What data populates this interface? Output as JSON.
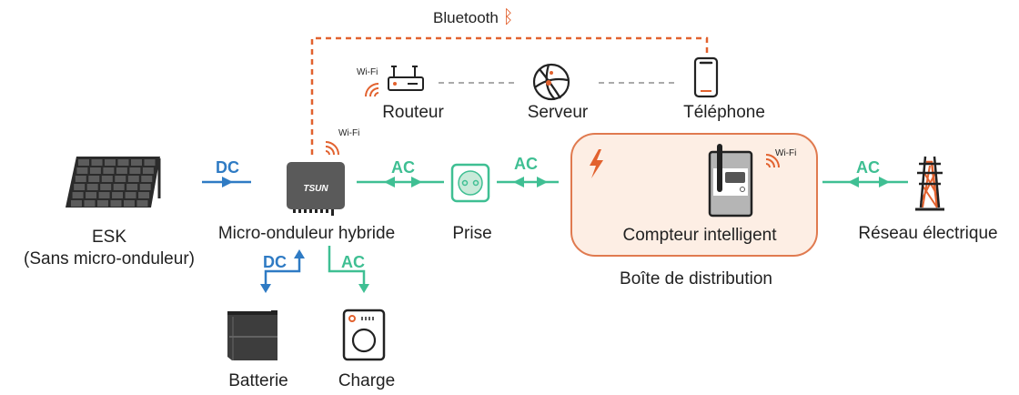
{
  "colors": {
    "dc": "#2f7bc4",
    "ac": "#3fbf93",
    "accent": "#e2622f",
    "box_fill": "#fdeee4",
    "box_stroke": "#e07a4f",
    "device_dark": "#3c3c3c",
    "dashed_gray": "#aaaaaa"
  },
  "bluetooth": {
    "label": "Bluetooth",
    "icon": "bluetooth-icon"
  },
  "wifi_label": "Wi-Fi",
  "nodes": {
    "esk": {
      "label": "ESK",
      "sublabel": "(Sans micro-onduleur)",
      "icon": "solar-panel-icon"
    },
    "inverter": {
      "label": "Micro-onduleur hybride",
      "brand": "TSUN",
      "icon": "inverter-icon"
    },
    "plug": {
      "label": "Prise",
      "icon": "socket-icon"
    },
    "meter": {
      "label": "Compteur intelligent",
      "icon": "smart-meter-icon"
    },
    "distribution_box": {
      "label": "Boîte de distribution",
      "icon": "lightning-icon"
    },
    "grid": {
      "label": "Réseau électrique",
      "icon": "power-tower-icon"
    },
    "router": {
      "label": "Routeur",
      "icon": "router-icon"
    },
    "server": {
      "label": "Serveur",
      "icon": "globe-icon"
    },
    "phone": {
      "label": "Téléphone",
      "icon": "phone-icon"
    },
    "battery": {
      "label": "Batterie",
      "icon": "battery-icon"
    },
    "load": {
      "label": "Charge",
      "icon": "washing-machine-icon"
    }
  },
  "links": {
    "esk_inverter": "DC",
    "inverter_plug": "AC",
    "plug_meter": "AC",
    "meter_grid": "AC",
    "inverter_battery": "DC",
    "inverter_load": "AC"
  }
}
